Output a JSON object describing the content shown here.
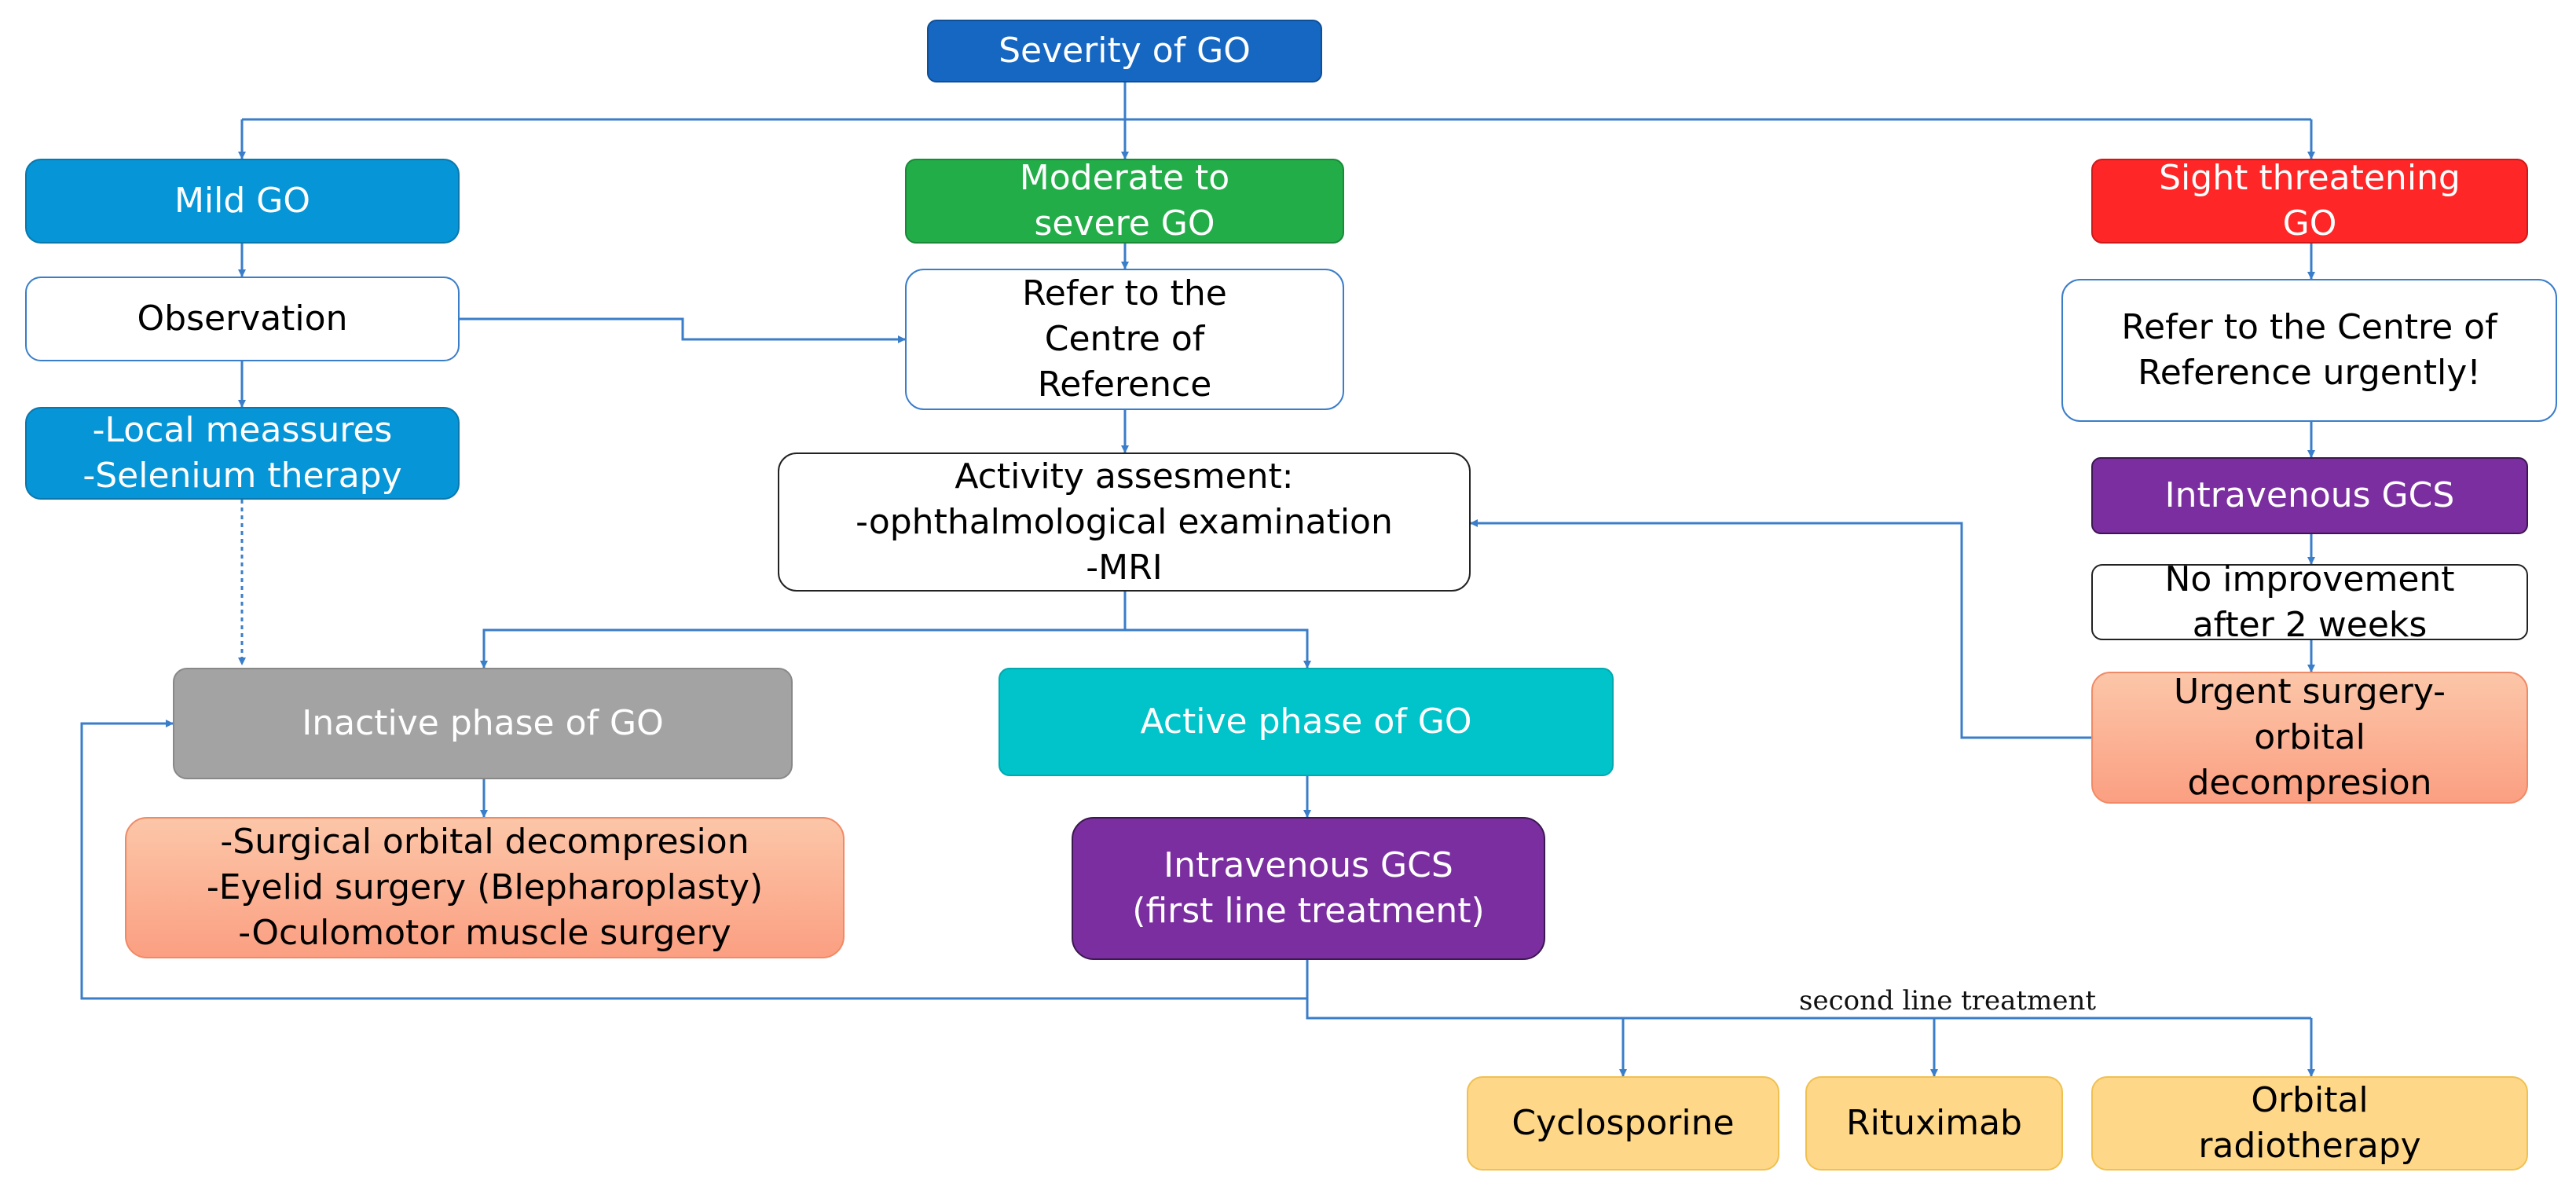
{
  "colors": {
    "connector": "#3a7dc9",
    "blue_dark": "#1667c2",
    "blue": "#0695d6",
    "green": "#23ad48",
    "red": "#fe2626",
    "purple": "#7b2ea0",
    "grey": "#a3a3a3",
    "cyan": "#00c4c9",
    "salmon": "#fbb294",
    "yellow": "#fed888"
  },
  "nodes": {
    "severity": "Severity of GO",
    "mild": "Mild GO",
    "moderate": "Moderate to\nsevere GO",
    "sight": "Sight threatening\nGO",
    "observation": "Observation",
    "local": "-Local meassures\n-Selenium therapy",
    "refer": "Refer to the\nCentre of\nReference",
    "refer_urgent": "Refer to the Centre of\nReference urgently!",
    "activity": "Activity assesment:\n-ophthalmological examination\n-MRI",
    "iv_gcs_right": "Intravenous GCS",
    "no_improvement": "No improvement\nafter 2 weeks",
    "urgent_surgery": "Urgent  surgery-\norbital\ndecompresion",
    "inactive": "Inactive phase of GO",
    "active": "Active phase of GO",
    "inactive_treatment": "-Surgical orbital decompresion\n-Eyelid surgery (Blepharoplasty)\n-Oculomotor muscle surgery",
    "iv_gcs_first": "Intravenous GCS\n(first line treatment)",
    "cyclosporine": "Cyclosporine",
    "rituximab": "Rituximab",
    "radiotherapy": "Orbital\nradiotherapy"
  },
  "edge_labels": {
    "second_line": "second line treatment"
  }
}
